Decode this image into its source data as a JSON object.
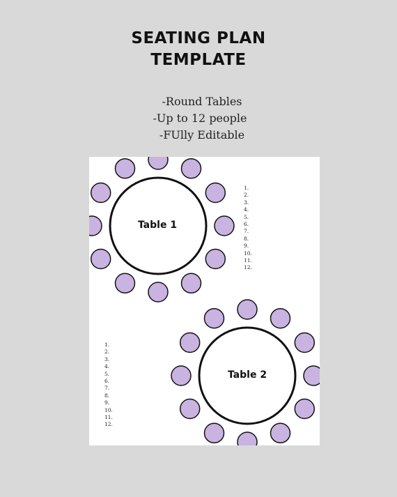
{
  "header": {
    "title_line1": "SEATING PLAN",
    "title_line2": "TEMPLATE"
  },
  "features": {
    "line1": "-Round Tables",
    "line2": "-Up to 12 people",
    "line3": "-FUlly Editable"
  },
  "tables": [
    {
      "label": "Table 1",
      "seats": 12
    },
    {
      "label": "Table 2",
      "seats": 12
    }
  ],
  "guest_lists": {
    "table1": [
      "1.",
      "2.",
      "3.",
      "4.",
      "5.",
      "6.",
      "7.",
      "8.",
      "9.",
      "10.",
      "11.",
      "12."
    ],
    "table2": [
      "1.",
      "2.",
      "3.",
      "4.",
      "5.",
      "6.",
      "7.",
      "8.",
      "9.",
      "10.",
      "11.",
      "12."
    ]
  },
  "colors": {
    "background": "#d9d9d9",
    "sheet": "#ffffff",
    "seat_fill": "#c9b3e0",
    "outline": "#111111"
  }
}
